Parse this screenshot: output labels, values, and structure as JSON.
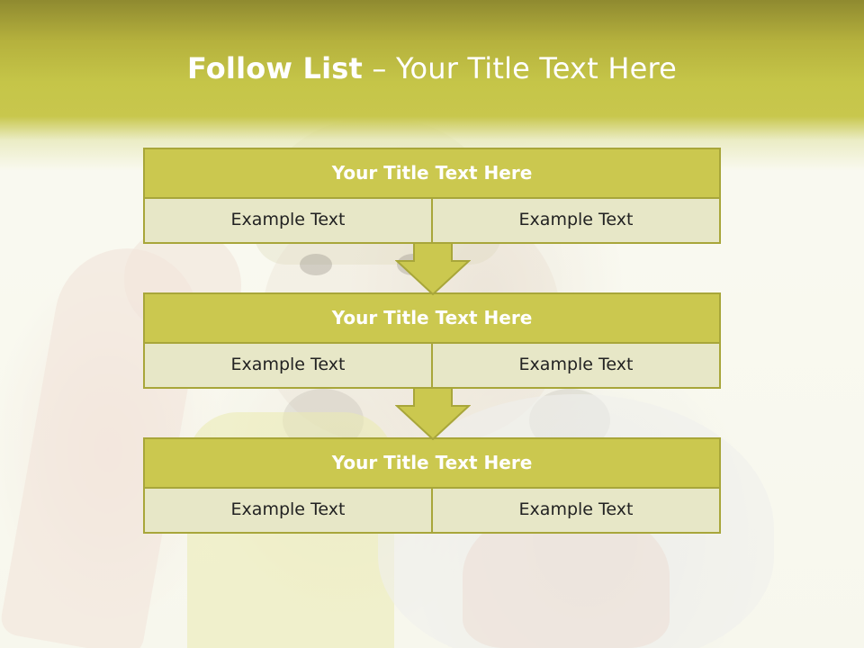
{
  "slide": {
    "title_bold": "Follow List",
    "title_rest": " – Your Title Text Here"
  },
  "steps": [
    {
      "title": "Your Title Text Here",
      "left": "Example Text",
      "right": "Example Text"
    },
    {
      "title": "Your Title Text Here",
      "left": "Example Text",
      "right": "Example Text"
    },
    {
      "title": "Your Title Text Here",
      "left": "Example Text",
      "right": "Example Text"
    }
  ],
  "colors": {
    "header_dark": "#8f8a30",
    "header_mid": "#c5c548",
    "step_title_bg": "#cbc84f",
    "step_cell_bg": "#e7e7c7",
    "border": "#a8a63a",
    "text_light": "#ffffff",
    "text_dark": "#222222"
  },
  "icons": {
    "arrow": "down-arrow-icon"
  }
}
